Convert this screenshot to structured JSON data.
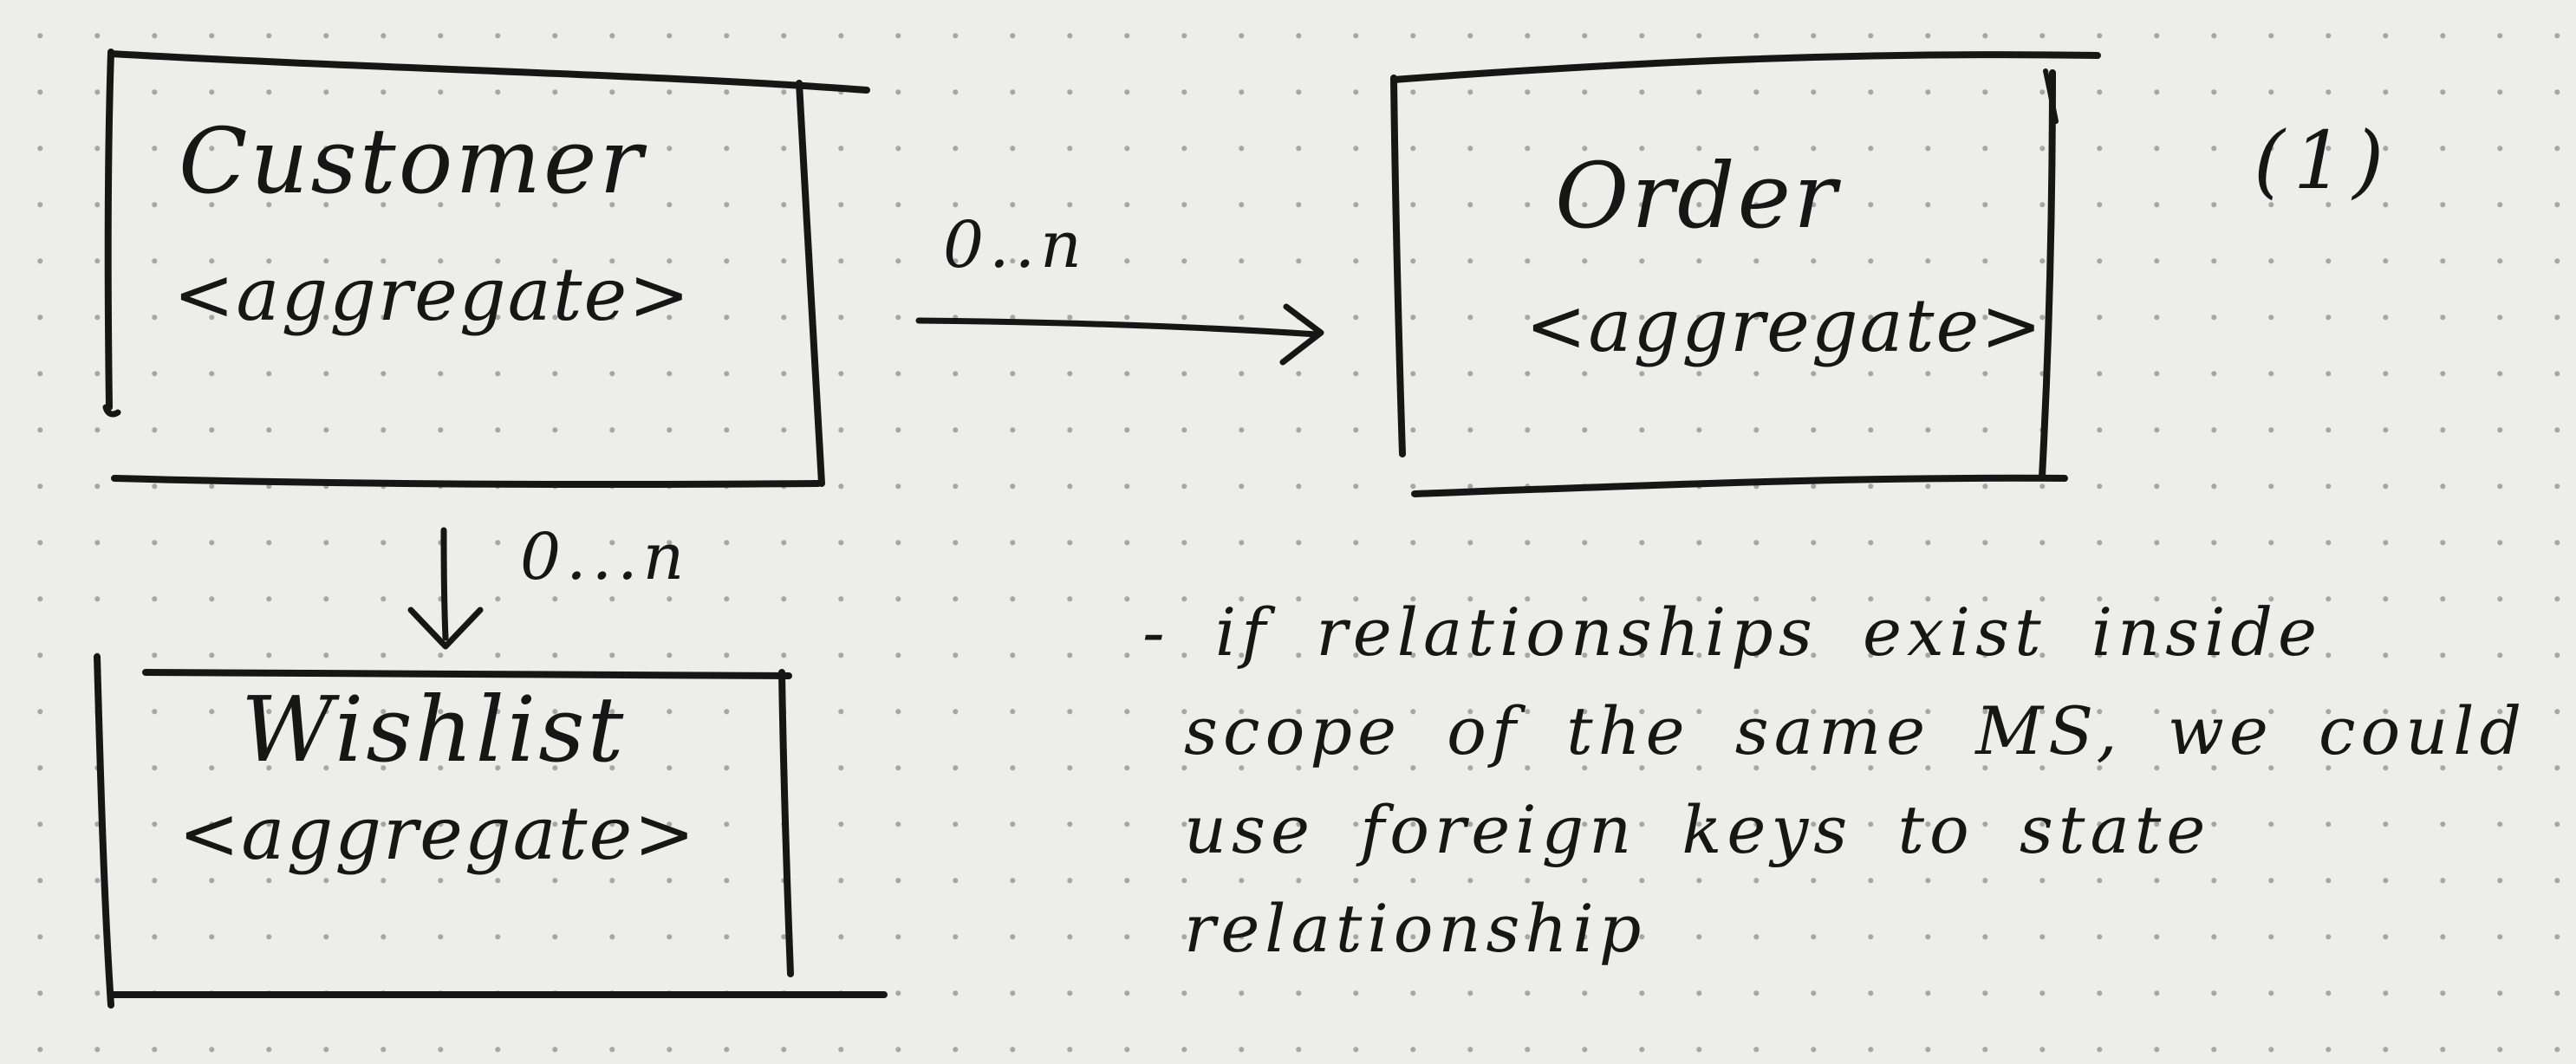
{
  "diagram": {
    "figure_label": "(1)",
    "entities": [
      {
        "name": "Customer",
        "stereotype": "<aggregate>"
      },
      {
        "name": "Order",
        "stereotype": "<aggregate>"
      },
      {
        "name": "Wishlist",
        "stereotype": "<aggregate>"
      }
    ],
    "relationships": [
      {
        "from": "Customer",
        "to": "Order",
        "multiplicity": "0..n"
      },
      {
        "from": "Customer",
        "to": "Wishlist",
        "multiplicity": "0...n"
      }
    ],
    "note": {
      "lines": [
        "- if relationships exist inside",
        "scope of the same MS, we could",
        "use foreign keys to state",
        "relationship"
      ]
    }
  }
}
